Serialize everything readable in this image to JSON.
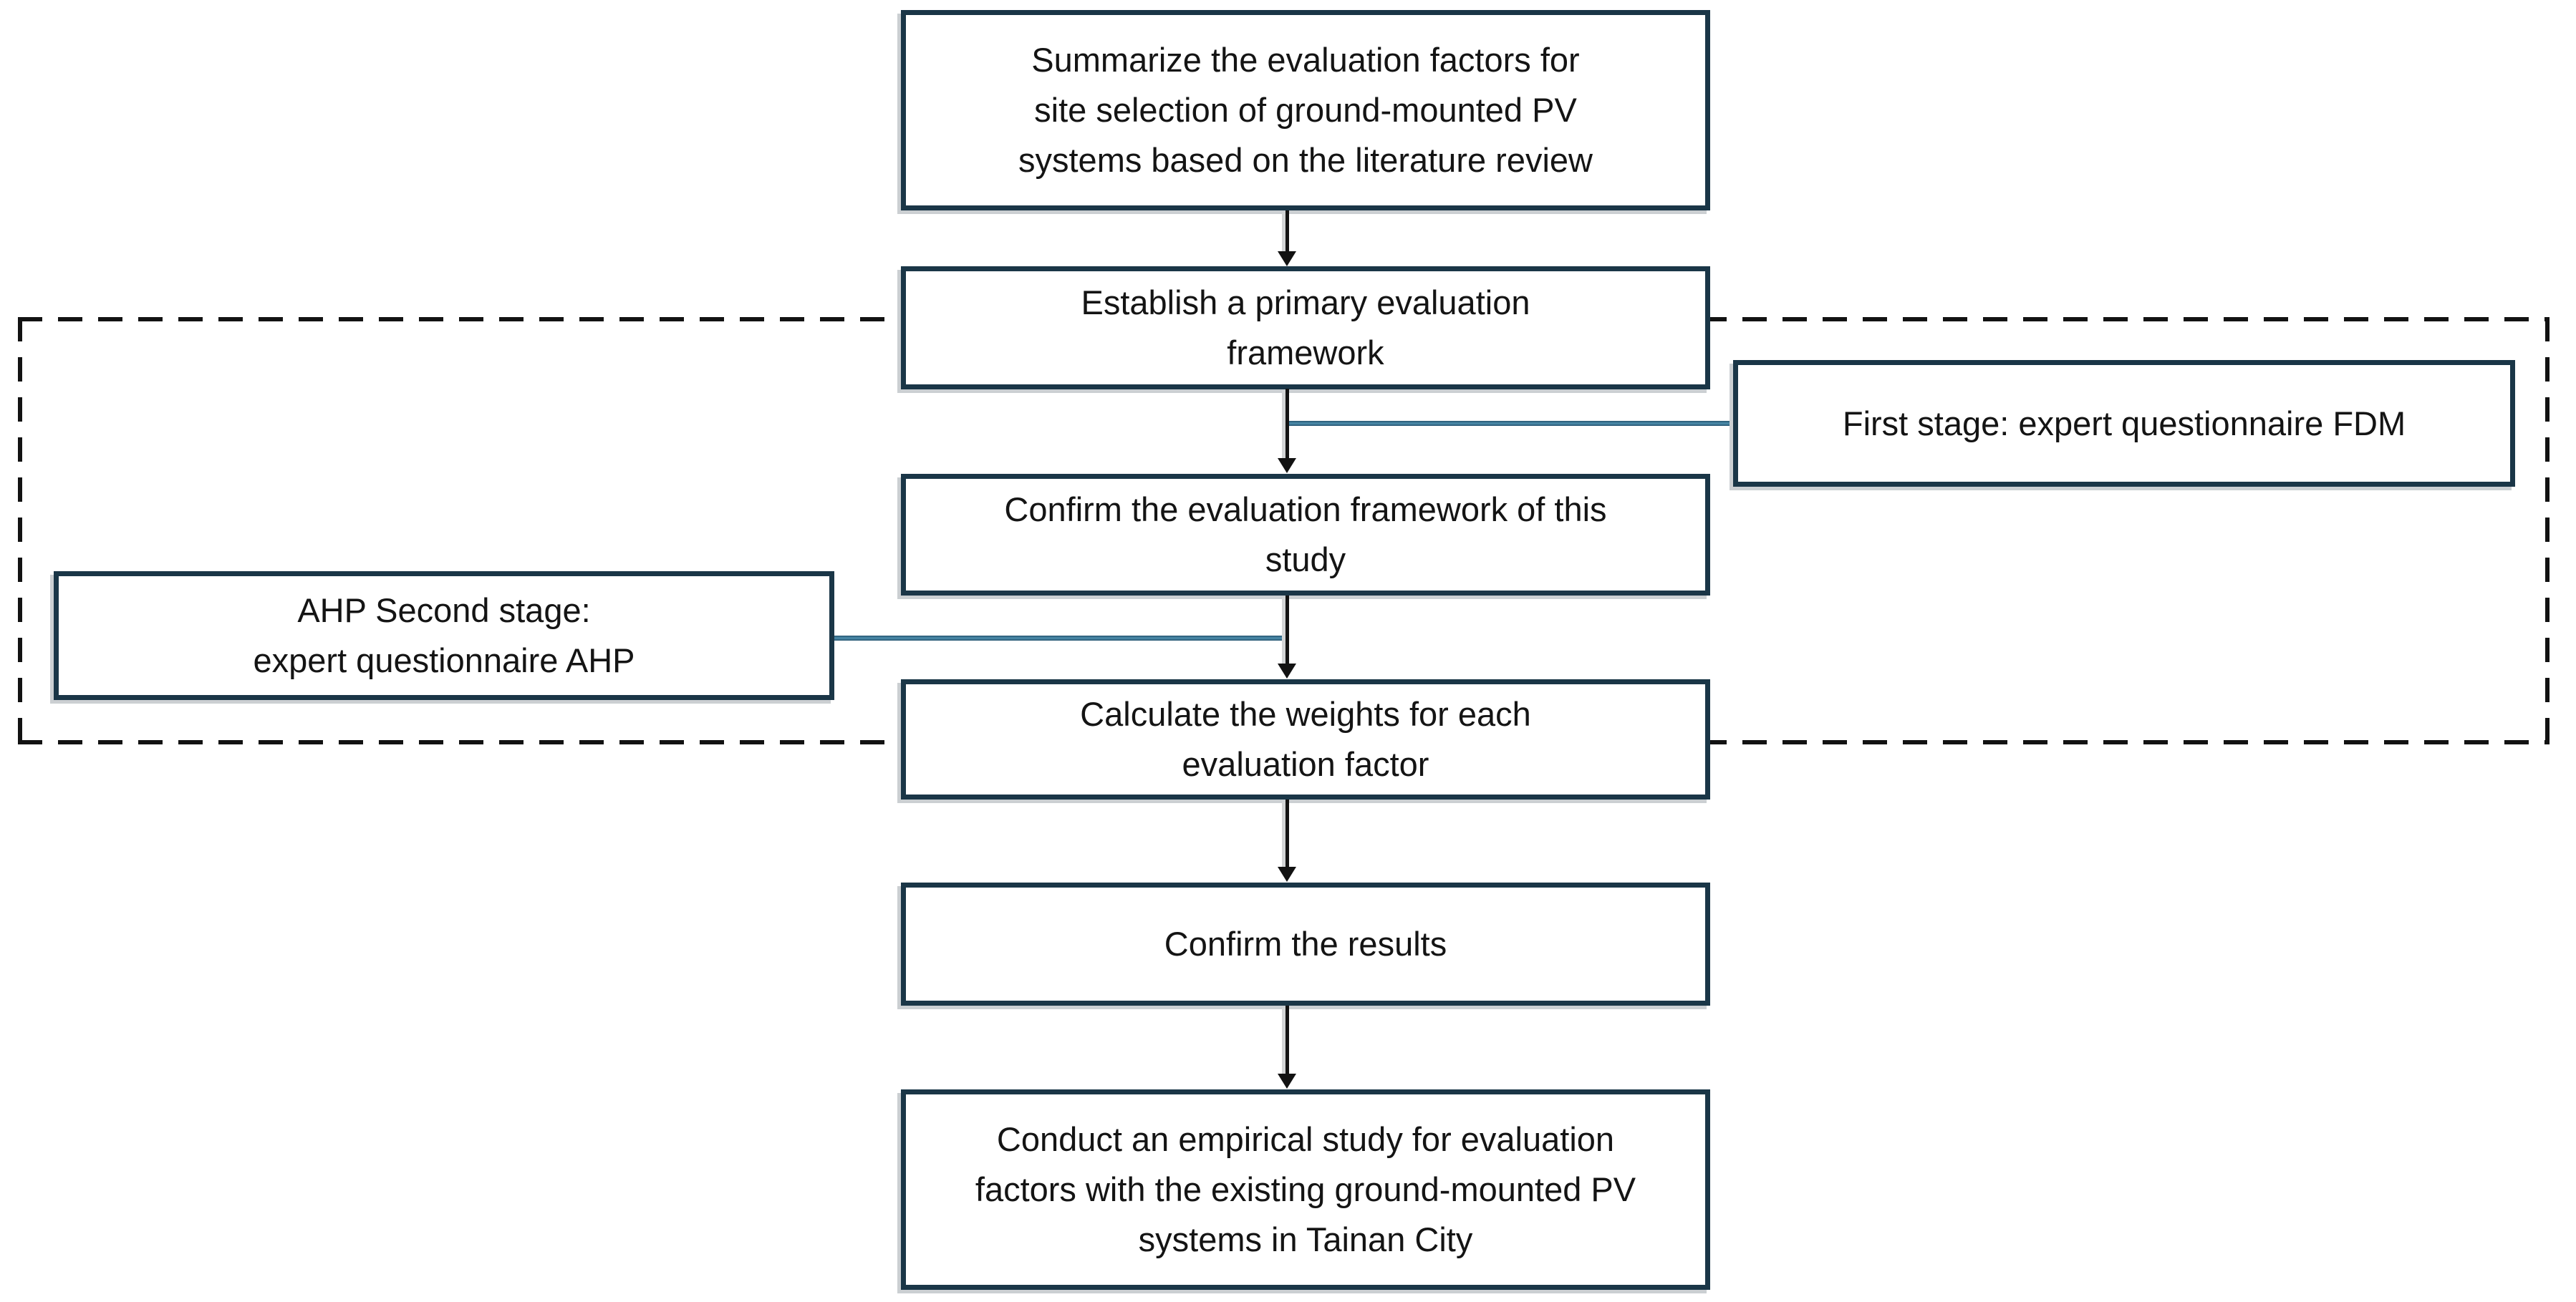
{
  "diagram": {
    "type": "flowchart",
    "title": "Research flow for AHP/FDM evaluation of ground-mounted PV site selection",
    "colors": {
      "background": "#ffffff",
      "node_border": "#1a3647",
      "node_fill": "#ffffff",
      "text": "#141414",
      "arrow": "#121212",
      "dashed_boundary": "#121212",
      "side_connector_blue": "#35708f",
      "shadow_gray": "#cbcfd2"
    },
    "nodes": {
      "summarize": {
        "label": "Summarize the evaluation factors for\nsite selection of ground-mounted PV\nsystems based on the literature review"
      },
      "establish": {
        "label": "Establish a primary evaluation\nframework"
      },
      "confirm_framework": {
        "label": "Confirm the evaluation framework of this\nstudy"
      },
      "calculate_weights": {
        "label": "Calculate the weights for each\nevaluation factor"
      },
      "confirm_results": {
        "label": "Confirm the results"
      },
      "empirical_study": {
        "label": "Conduct an empirical study for evaluation\nfactors with the existing ground-mounted PV\nsystems in Tainan City"
      },
      "fdm_stage": {
        "label": "First stage: expert questionnaire FDM"
      },
      "ahp_stage": {
        "label": "AHP Second stage:\nexpert questionnaire AHP"
      }
    },
    "connectors": [
      {
        "type": "arrow",
        "from": "summarize",
        "to": "establish"
      },
      {
        "type": "arrow",
        "from": "establish",
        "to": "confirm_framework"
      },
      {
        "type": "arrow",
        "from": "confirm_framework",
        "to": "calculate_weights"
      },
      {
        "type": "arrow",
        "from": "calculate_weights",
        "to": "confirm_results"
      },
      {
        "type": "arrow",
        "from": "confirm_results",
        "to": "empirical_study"
      },
      {
        "type": "blue-line",
        "from": "fdm_stage",
        "to": "arrow establish→confirm_framework"
      },
      {
        "type": "blue-line",
        "from": "ahp_stage",
        "to": "arrow confirm_framework→calculate_weights"
      }
    ],
    "dashed_region": {
      "encloses": [
        "establish",
        "fdm_stage",
        "confirm_framework",
        "ahp_stage",
        "calculate_weights"
      ]
    }
  }
}
